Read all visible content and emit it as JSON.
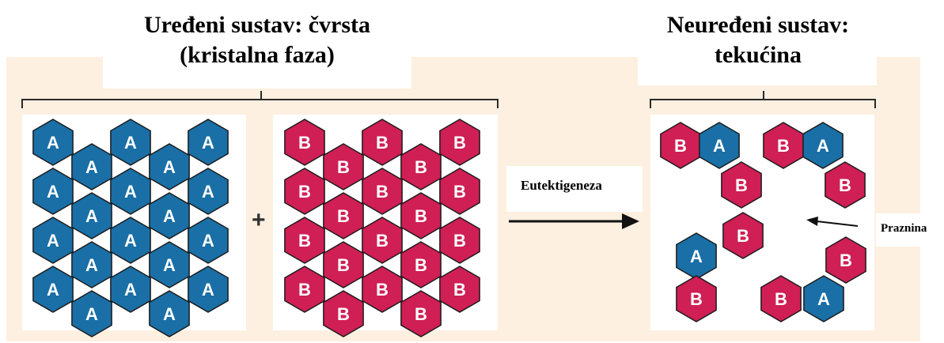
{
  "titles": {
    "ordered_line1": "Uređeni sustav: čvrsta",
    "ordered_line2": "(kristalna faza)",
    "disordered_line1": "Neuređeni sustav:",
    "disordered_line2": "tekućina"
  },
  "process_label": "Eutektigeneza",
  "void_label": "Praznina",
  "plus_sign": "+",
  "molecule_a_letter": "A",
  "molecule_b_letter": "B",
  "colors": {
    "background_band": "#fdf0e0",
    "panel": "#ffffff",
    "molecule_a": "#1a6fa6",
    "molecule_b": "#cf1f55",
    "hex_stroke": "#1c1c1c"
  },
  "crystal_a": {
    "columns": 5,
    "even_column_cells": 4,
    "odd_column_cells": 4
  },
  "crystal_b": {
    "columns": 5,
    "even_column_cells": 4,
    "odd_column_cells": 4
  },
  "liquid_clusters": [
    {
      "name": "cluster-top-left",
      "molecules": [
        "B",
        "A",
        "B"
      ]
    },
    {
      "name": "cluster-top-right",
      "molecules": [
        "B",
        "A",
        "B"
      ]
    },
    {
      "name": "cluster-bottom-left",
      "molecules": [
        "B",
        "A",
        "B"
      ]
    },
    {
      "name": "cluster-bottom-right",
      "molecules": [
        "B",
        "A",
        "B"
      ]
    }
  ]
}
